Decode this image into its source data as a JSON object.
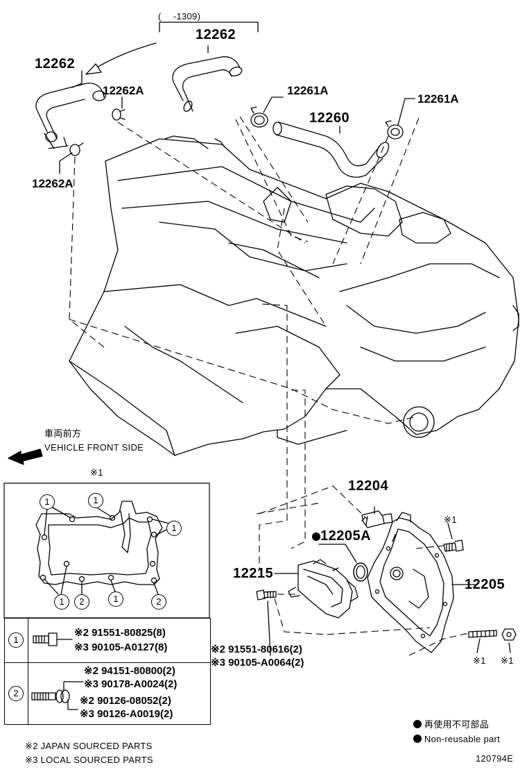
{
  "parts": {
    "p12262_top": "12262",
    "p12262_left": "12262",
    "p12262A_upper": "12262A",
    "p12262A_lower": "12262A",
    "p12261A_left": "12261A",
    "p12261A_right": "12261A",
    "p12260": "12260",
    "p12204": "12204",
    "p12205A": "12205A",
    "p12215": "12215",
    "p12205": "12205"
  },
  "date_range": "(　 -1309)",
  "vehicle_front": {
    "jp": "車両前方",
    "en": "VEHICLE FRONT SIDE"
  },
  "inset": {
    "ref_mark": "※1",
    "markers": {
      "one": "1",
      "two": "2"
    }
  },
  "legend": {
    "row1": {
      "index": "1",
      "line1": "※2 91551-80825(8)",
      "line2": "※3 90105-A0127(8)"
    },
    "row2": {
      "index": "2",
      "line1": "※2 94151-80800(2)",
      "line2": "※3 90178-A0024(2)",
      "line3": "※2 90126-08052(2)",
      "line4": "※3 90126-A0019(2)"
    }
  },
  "bolt_callout": {
    "line1": "※2 91551-80616(2)",
    "line2": "※3 90105-A0064(2)"
  },
  "ref_marks": {
    "top_right": "※1",
    "bottom_stud": "※1",
    "bottom_nut": "※1"
  },
  "footnotes": {
    "jp_sourced": "※2 JAPAN SOURCED PARTS",
    "local_sourced": "※3 LOCAL SOURCED PARTS"
  },
  "non_reusable": {
    "jp": "再使用不可部品",
    "en": "Non-reusable part"
  },
  "figure_id": "120794E"
}
